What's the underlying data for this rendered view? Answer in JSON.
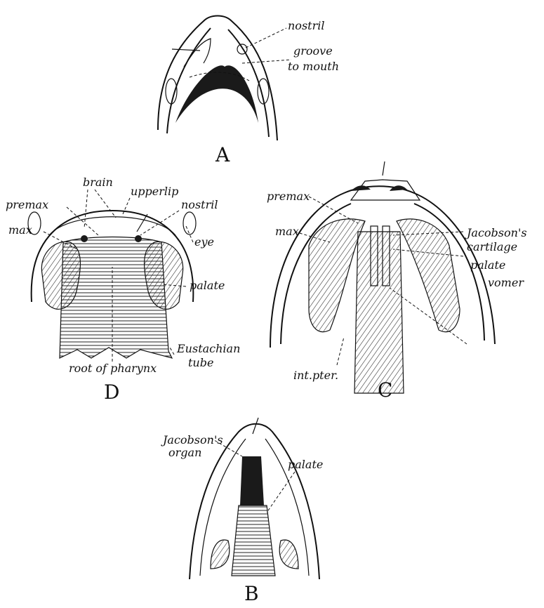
{
  "figures": {
    "A": {
      "caption": "A",
      "labels": {
        "nostril": "nostril",
        "groove": "groove",
        "to_mouth": "to mouth"
      }
    },
    "D": {
      "caption": "D",
      "labels": {
        "brain": "brain",
        "upperlip": "upperlip",
        "premax": "premax",
        "nostril": "nostril",
        "max": "max",
        "eye": "eye",
        "palate": "palate",
        "eustachian": "Eustachian",
        "tube": "tube",
        "root_of_pharynx": "root of pharynx"
      }
    },
    "C": {
      "caption": "C",
      "labels": {
        "premax": "premax",
        "max": "max",
        "jacobsons": "Jacobson's",
        "cartilage": "cartilage",
        "palate": "palate",
        "vomer": "vomer",
        "int_pter": "int.pter."
      }
    },
    "B": {
      "caption": "B",
      "labels": {
        "jacobsons": "Jacobson's",
        "organ": "organ",
        "palate": "palate"
      }
    }
  }
}
